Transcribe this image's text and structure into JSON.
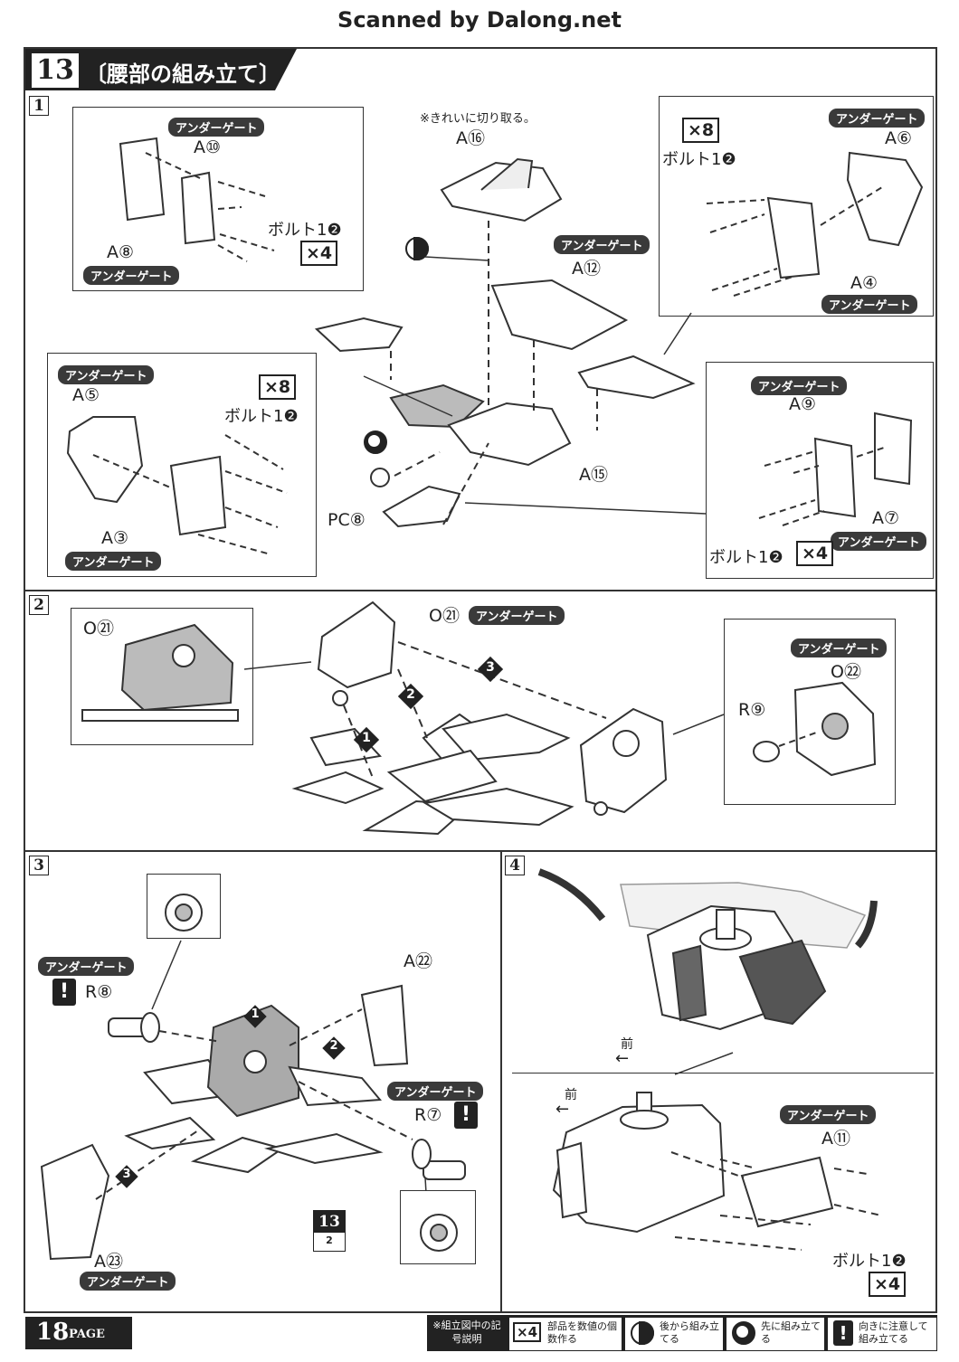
{
  "header": {
    "scanned_by": "Scanned by Dalong.net"
  },
  "section": {
    "number": "13",
    "title": "〔腰部の組み立て〕"
  },
  "steps": [
    "1",
    "2",
    "3",
    "4"
  ],
  "gate_label": "アンダーゲート",
  "step1": {
    "note": "※きれいに切り取る。",
    "parts": {
      "a10": "A⑩",
      "a8": "A⑧",
      "a16": "A⑯",
      "a12": "A⑫",
      "a6": "A⑥",
      "a4": "A④",
      "a5": "A⑤",
      "a3": "A③",
      "a15": "A⑮",
      "a9": "A⑨",
      "a7": "A⑦",
      "pc8": "PC⑧"
    },
    "bolt_label": "ボルト1❷",
    "qty_4": "×4",
    "qty_8": "×8"
  },
  "step2": {
    "parts": {
      "o21": "O㉑",
      "o22": "O㉒",
      "r9": "R⑨"
    },
    "order": [
      "1",
      "2",
      "3"
    ]
  },
  "step3": {
    "parts": {
      "a22": "A㉒",
      "r8": "R⑧",
      "r7": "R⑦",
      "a23": "A㉓"
    },
    "ref_step": "13",
    "ref_sub": "2",
    "order": [
      "1",
      "2",
      "3"
    ]
  },
  "step4": {
    "front_label": "前",
    "parts": {
      "a11": "A⑪"
    },
    "bolt_label": "ボルト1❷",
    "qty": "×4"
  },
  "footer": {
    "page": "18",
    "page_word": "PAGE",
    "legend_title": "※組立図中の記号説明",
    "legend": [
      {
        "icon": "×4",
        "text": "部品を数値の個数作る"
      },
      {
        "icon": "back-assembly-icon",
        "text": "後から組み立てる"
      },
      {
        "icon": "front-assembly-icon",
        "text": "先に組み立てる"
      },
      {
        "icon": "!",
        "text": "向きに注意して組み立てる"
      }
    ]
  }
}
